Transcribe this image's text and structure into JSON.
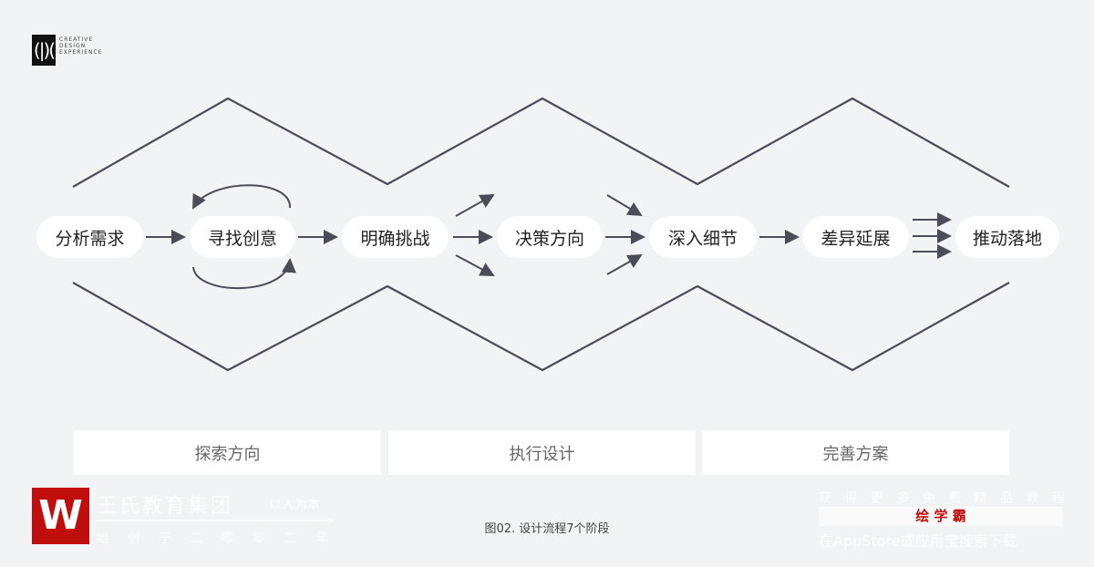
{
  "brand": {
    "logo_mark": "(|)(",
    "lines": [
      "CREATIVE",
      "DESIGN",
      "EXPERIENCE"
    ]
  },
  "nodes": [
    "分析需求",
    "寻找创意",
    "明确挑战",
    "决策方向",
    "深入细节",
    "差异延展",
    "推动落地"
  ],
  "phases": [
    "探索方向",
    "执行设计",
    "完善方案"
  ],
  "caption": "图02. 设计流程7个阶段",
  "watermark_left": {
    "logo": "W",
    "name": "王氏教育集团",
    "slogan": "以人为本",
    "founded": "始 创 于 二 零 零 二 年"
  },
  "watermark_right": {
    "line1": "获 得 更 多 免 费 精 品 教 程",
    "app": "绘 学 霸",
    "line3": "在AppStore或应用宝搜索下载"
  },
  "colors": {
    "background": "#f2f3f5",
    "line": "#4a4d58",
    "brand_red": "#c00d0d"
  }
}
